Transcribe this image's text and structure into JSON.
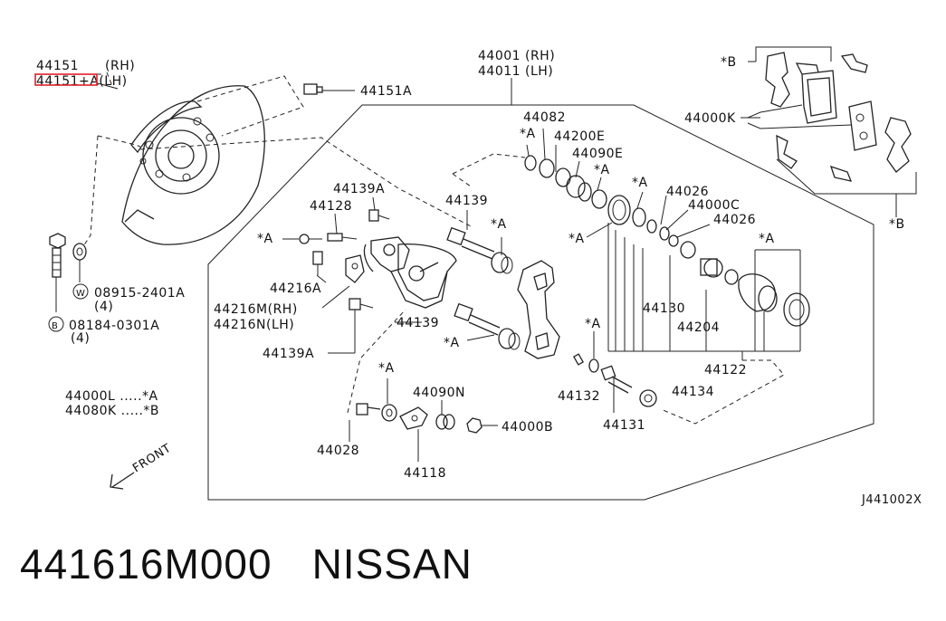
{
  "title": {
    "part_number": "441616M000",
    "brand": "NISSAN"
  },
  "diagram_code": "J441002X",
  "front_label": "FRONT",
  "parts": {
    "p44151": "44151",
    "rh": "(RH)",
    "p44151a_lh": "44151+A(LH)",
    "p44151a": "44151A",
    "p44001": "44001 (RH)",
    "p44011": "44011 (LH)",
    "p44082": "44082",
    "p44200e": "44200E",
    "p44090e": "44090E",
    "p44026_top": "44026",
    "p44000c": "44000C",
    "p44026_bot": "44026",
    "p44000k": "44000K",
    "p44139a_top": "44139A",
    "p44128": "44128",
    "p44139_top": "44139",
    "p44216a": "44216A",
    "p44216m": "44216M(RH)",
    "p44216n": "44216N(LH)",
    "p44139_mid": "44139",
    "p44139a_bot": "44139A",
    "p44130": "44130",
    "p44204": "44204",
    "p44122": "44122",
    "p44132": "44132",
    "p44134": "44134",
    "p44131": "44131",
    "p44090n": "44090N",
    "p44000b": "44000B",
    "p44028": "44028",
    "p44118": "44118",
    "w_code": "08915-2401A",
    "w_qty": "(4)",
    "b_code": "08184-0301A",
    "b_qty": "(4)",
    "w_mark": "W",
    "b_mark": "B"
  },
  "marks": {
    "star_a": "*A",
    "star_b": "*B"
  },
  "legend": {
    "kit_l": "44000L .....*A",
    "kit_k": "44080K .....*B"
  }
}
